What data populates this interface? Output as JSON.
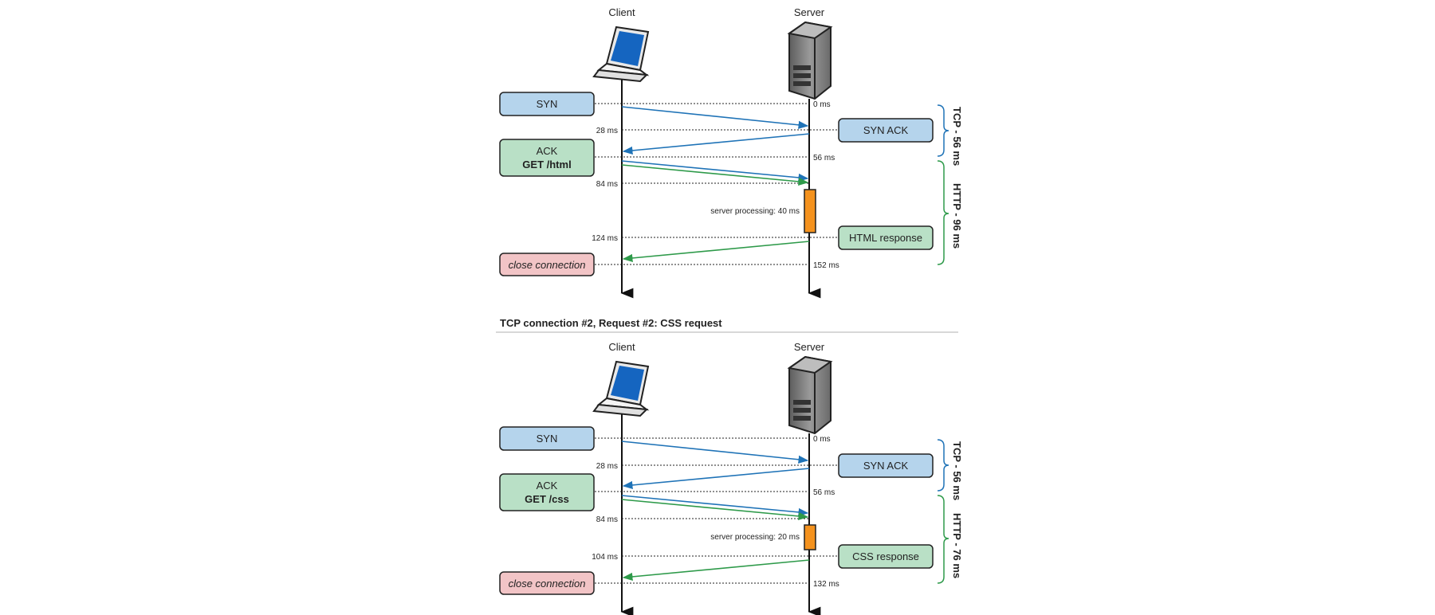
{
  "diagrams": [
    {
      "client_label": "Client",
      "server_label": "Server",
      "times": {
        "t0": "0 ms",
        "t28": "28 ms",
        "t56": "56 ms",
        "t84": "84 ms",
        "t_resp": "124 ms",
        "t_end": "152 ms"
      },
      "boxes": {
        "syn": "SYN",
        "syn_ack": "SYN ACK",
        "ack": "ACK",
        "get": "GET /html",
        "response": "HTML response",
        "close": "close connection"
      },
      "processing": "server processing: 40 ms",
      "braces": {
        "tcp": "TCP - 56 ms",
        "http": "HTTP - 96 ms"
      }
    },
    {
      "section_title": "TCP connection #2, Request #2: CSS request",
      "client_label": "Client",
      "server_label": "Server",
      "times": {
        "t0": "0 ms",
        "t28": "28 ms",
        "t56": "56 ms",
        "t84": "84 ms",
        "t_resp": "104 ms",
        "t_end": "132 ms"
      },
      "boxes": {
        "syn": "SYN",
        "syn_ack": "SYN ACK",
        "ack": "ACK",
        "get": "GET /css",
        "response": "CSS response",
        "close": "close connection"
      },
      "processing": "server processing: 20 ms",
      "braces": {
        "tcp": "TCP - 56 ms",
        "http": "HTTP - 76 ms"
      }
    }
  ],
  "colors": {
    "blue_box": "#b5d4ec",
    "green_box": "#b9e0c6",
    "pink_box": "#f2c4c6",
    "blue_arrow": "#1f73b7",
    "green_arrow": "#2e9a4a",
    "processing": "#f4921e",
    "laptop_screen": "#1565c0",
    "server": "#8a8a8a"
  }
}
